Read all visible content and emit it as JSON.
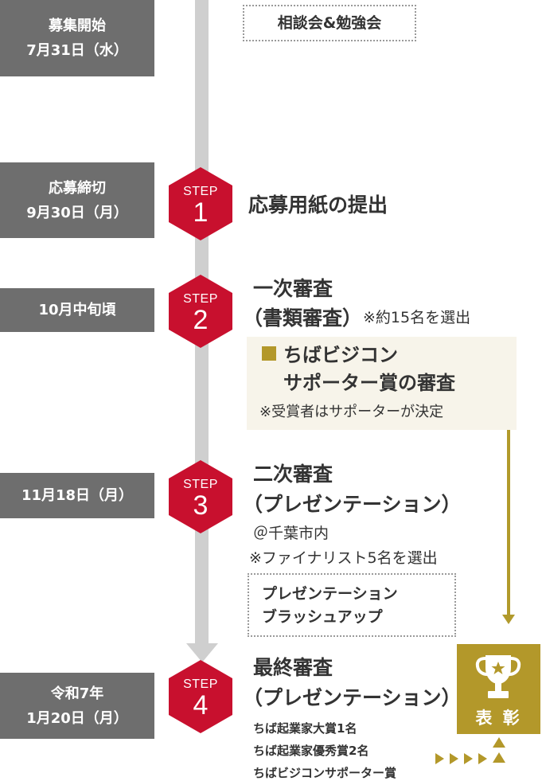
{
  "timeline": [
    {
      "date_line1": "募集開始",
      "date_line2": "7月31日（水）"
    },
    {
      "date_line1": "応募締切",
      "date_line2": "9月30日（月）"
    },
    {
      "date_line1": "10月中旬頃",
      "date_line2": ""
    },
    {
      "date_line1": "11月18日（月）",
      "date_line2": ""
    },
    {
      "date_line1": "令和7年",
      "date_line2": "1月20日（月）"
    }
  ],
  "consultation": "相談会&勉強会",
  "steps": [
    {
      "label": "STEP",
      "number": "1",
      "heading1": "応募用紙の提出",
      "heading2": "",
      "note": ""
    },
    {
      "label": "STEP",
      "number": "2",
      "heading1": "一次審査",
      "heading2": "（書類審査）",
      "note": "※約15名を選出"
    },
    {
      "label": "STEP",
      "number": "3",
      "heading1": "二次審査",
      "heading2": "（プレゼンテーション）",
      "note1": "＠千葉市内",
      "note2": "※ファイナリスト5名を選出"
    },
    {
      "label": "STEP",
      "number": "4",
      "heading1": "最終審査",
      "heading2": "（プレゼンテーション）"
    }
  ],
  "supporter_box": {
    "title1": "ちばビジコン",
    "title2": "サポーター賞の審査",
    "note": "※受賞者はサポーターが決定"
  },
  "brushup": {
    "line1": "プレゼンテーション",
    "line2": "ブラッシュアップ"
  },
  "awards": [
    "ちば起業家大賞1名",
    "ちば起業家優秀賞2名",
    "ちばビジコンサポーター賞"
  ],
  "award_label": "表 彰",
  "colors": {
    "accent_red": "#c8102e",
    "gold": "#b3982a",
    "gray": "#6e6e6e",
    "cream": "#f7f4ea"
  }
}
